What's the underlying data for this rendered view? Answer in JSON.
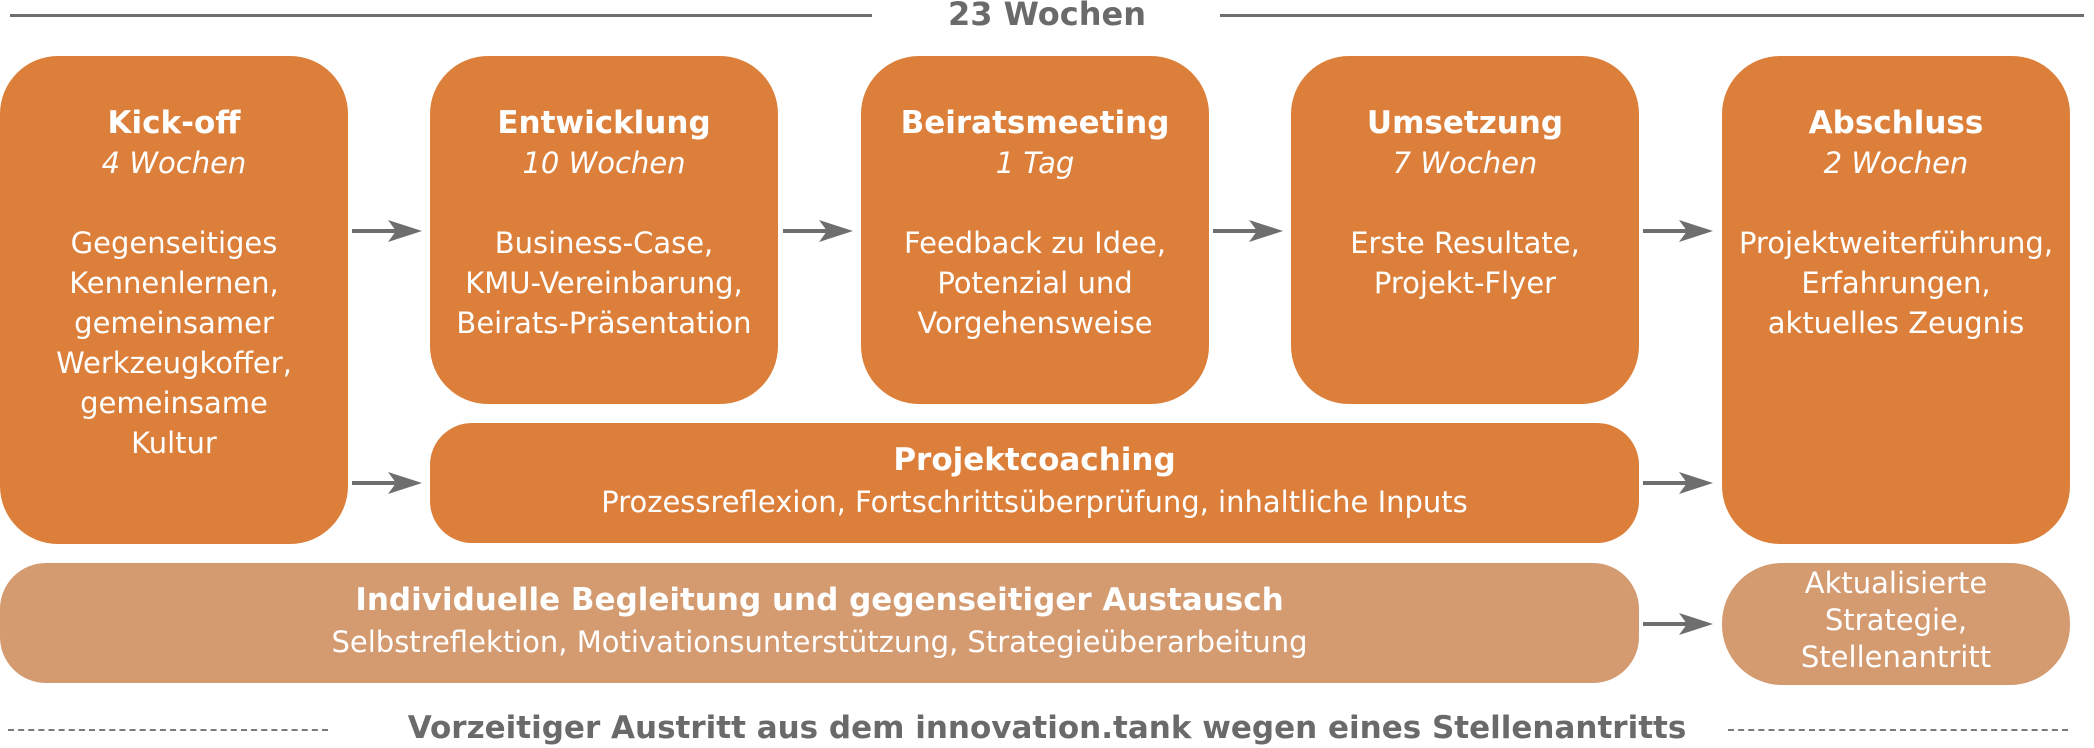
{
  "header": {
    "duration_total": "23 Wochen"
  },
  "phases": [
    {
      "title": "Kick-off",
      "duration": "4 Wochen",
      "description": "Gegenseitiges\nKennenlernen,\ngemeinsamer\nWerkzeugkoffer,\ngemeinsame\nKultur"
    },
    {
      "title": "Entwicklung",
      "duration": "10 Wochen",
      "description": "Business-Case,\nKMU-Vereinbarung,\nBeirats-Präsentation"
    },
    {
      "title": "Beiratsmeeting",
      "duration": "1 Tag",
      "description": "Feedback zu Idee,\nPotenzial und\nVorgehensweise"
    },
    {
      "title": "Umsetzung",
      "duration": "7 Wochen",
      "description": "Erste Resultate,\nProjekt-Flyer"
    },
    {
      "title": "Abschluss",
      "duration": "2 Wochen",
      "description": "Projektweiterführung,\nErfahrungen,\naktuelles Zeugnis"
    }
  ],
  "coaching": {
    "title": "Projektcoaching",
    "subtitle": "Prozessreflexion, Fortschrittsüberprüfung, inhaltliche Inputs"
  },
  "support": {
    "title": "Individuelle Begleitung und gegenseitiger Austausch",
    "subtitle": "Selbstreflektion, Motivationsunterstützung, Strategieüberarbeitung"
  },
  "outcome": {
    "text": "Aktualisierte\nStrategie,\nStellenantritt"
  },
  "footer": {
    "early_exit": "Vorzeitiger Austritt aus dem innovation.tank wegen eines Stellenantritts"
  },
  "colors": {
    "phase": "#dc7f3a",
    "support": "#d49a70",
    "arrow": "#6e6e6e"
  }
}
